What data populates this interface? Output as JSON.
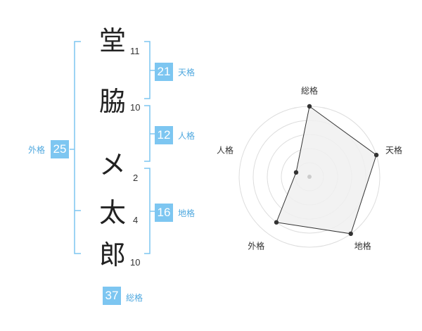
{
  "name": {
    "characters": [
      {
        "char": "堂",
        "strokes": "11"
      },
      {
        "char": "脇",
        "strokes": "10"
      },
      {
        "char": "メ",
        "strokes": "2"
      },
      {
        "char": "太",
        "strokes": "4"
      },
      {
        "char": "郎",
        "strokes": "10"
      }
    ]
  },
  "fortunes": {
    "tenkaku": {
      "value": "21",
      "label": "天格"
    },
    "jinkaku": {
      "value": "12",
      "label": "人格"
    },
    "chikaku": {
      "value": "16",
      "label": "地格"
    },
    "gaikaku": {
      "value": "25",
      "label": "外格"
    },
    "soukaku": {
      "value": "37",
      "label": "総格"
    }
  },
  "colors": {
    "accent": "#7dc6f1",
    "bracket": "#7dc6f1",
    "label": "#4fa8df",
    "radar_fill": "#f0f0f0",
    "radar_grid": "#dddddd"
  },
  "chart_data": {
    "type": "radar",
    "axes": [
      "総格",
      "天格",
      "地格",
      "外格",
      "人格"
    ],
    "values": [
      5,
      5,
      5,
      4,
      1
    ],
    "max": 5,
    "grid_levels": 5,
    "grid": true
  }
}
